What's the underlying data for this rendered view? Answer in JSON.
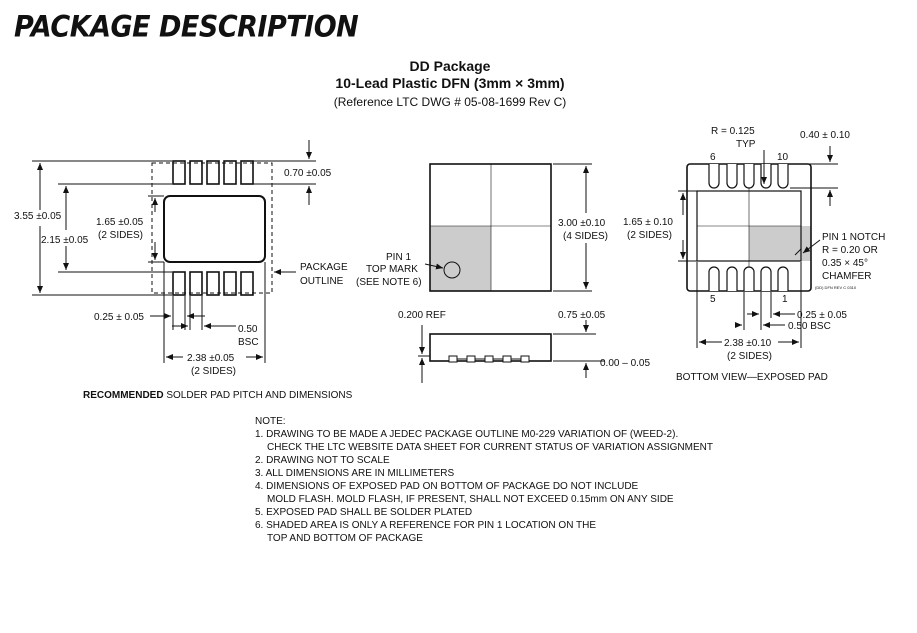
{
  "heading": "PACKAGE DESCRIPTION",
  "title": "DD Package",
  "subtitle": "10-Lead Plastic DFN (3mm × 3mm)",
  "reference": "(Reference LTC DWG # 05-08-1699 Rev C)",
  "solder_view": {
    "dim_355": "3.55 ±0.05",
    "dim_215": "2.15 ±0.05",
    "dim_165_val": "1.65 ±0.05",
    "dim_165_sides": "(2 SIDES)",
    "dim_070": "0.70 ±0.05",
    "package_outline_1": "PACKAGE",
    "package_outline_2": "OUTLINE",
    "dim_025": "0.25 ± 0.05",
    "dim_050_1": "0.50",
    "dim_050_2": "BSC",
    "dim_238_val": "2.38 ±0.05",
    "dim_238_sides": "(2 SIDES)",
    "recommended_bold": "RECOMMENDED",
    "recommended_rest": " SOLDER PAD PITCH AND DIMENSIONS"
  },
  "top_view": {
    "pin1_1": "PIN 1",
    "pin1_2": "TOP MARK",
    "pin1_3": "(SEE NOTE 6)",
    "dim_300_val": "3.00 ±0.10",
    "dim_300_sides": "(4 SIDES)"
  },
  "side_view": {
    "ref_0200": "0.200 REF",
    "dim_075": "0.75 ±0.05",
    "dim_000": "0.00 – 0.05"
  },
  "bottom_view": {
    "radius_1": "R = 0.125",
    "radius_2": "TYP",
    "dim_040": "0.40 ± 0.10",
    "pin6": "6",
    "pin10": "10",
    "pin5": "5",
    "pin1": "1",
    "dim_165_val": "1.65 ± 0.10",
    "dim_165_sides": "(2 SIDES)",
    "notch_1": "PIN 1 NOTCH",
    "notch_2": "R = 0.20 OR",
    "notch_3": "0.35 × 45°",
    "notch_4": "CHAMFER",
    "drawing_code": "(DD) DFN REV C 0310",
    "dim_025": "0.25 ± 0.05",
    "dim_050": "0.50 BSC",
    "dim_238_val": "2.38 ±0.10",
    "dim_238_sides": "(2 SIDES)",
    "caption": "BOTTOM VIEW—EXPOSED PAD"
  },
  "notes": {
    "header": "NOTE:",
    "lines": [
      "1. DRAWING TO BE MADE A JEDEC PACKAGE OUTLINE M0-229 VARIATION OF (WEED-2).",
      "CHECK THE LTC WEBSITE DATA SHEET FOR CURRENT STATUS OF VARIATION ASSIGNMENT",
      "2. DRAWING NOT TO SCALE",
      "3. ALL DIMENSIONS ARE IN MILLIMETERS",
      "4. DIMENSIONS OF EXPOSED PAD ON BOTTOM OF PACKAGE DO NOT INCLUDE",
      "MOLD FLASH. MOLD FLASH, IF PRESENT, SHALL NOT EXCEED 0.15mm ON ANY SIDE",
      "5. EXPOSED PAD SHALL BE SOLDER PLATED",
      "6. SHADED AREA IS ONLY A REFERENCE FOR PIN 1 LOCATION ON THE",
      "TOP AND BOTTOM OF PACKAGE"
    ]
  },
  "colors": {
    "shade": "#cccccc",
    "ink": "#111111"
  }
}
